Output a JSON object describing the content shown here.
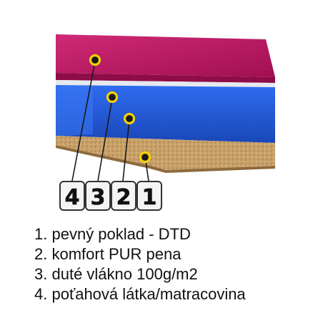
{
  "colors": {
    "top_surface": "#b8135f",
    "foam_layer": "#1f57d6",
    "fiber_layer": "#dfe3ea",
    "board_layer": "#c9a26a",
    "marker_ring": "#f3d200",
    "leader_line": "#1a1a1a",
    "number_box_fill": "#f4f4f4",
    "number_box_border": "#333333"
  },
  "markers": [
    {
      "id": "4",
      "label": "4"
    },
    {
      "id": "3",
      "label": "3"
    },
    {
      "id": "2",
      "label": "2"
    },
    {
      "id": "1",
      "label": "1"
    }
  ],
  "legend": [
    {
      "number": "1.",
      "text": "pevný poklad - DTD"
    },
    {
      "number": "2.",
      "text": "komfort PUR pena"
    },
    {
      "number": "3.",
      "text": "duté vlákno 100g/m2"
    },
    {
      "number": "4.",
      "text": "poťahová látka/matracovina"
    }
  ]
}
